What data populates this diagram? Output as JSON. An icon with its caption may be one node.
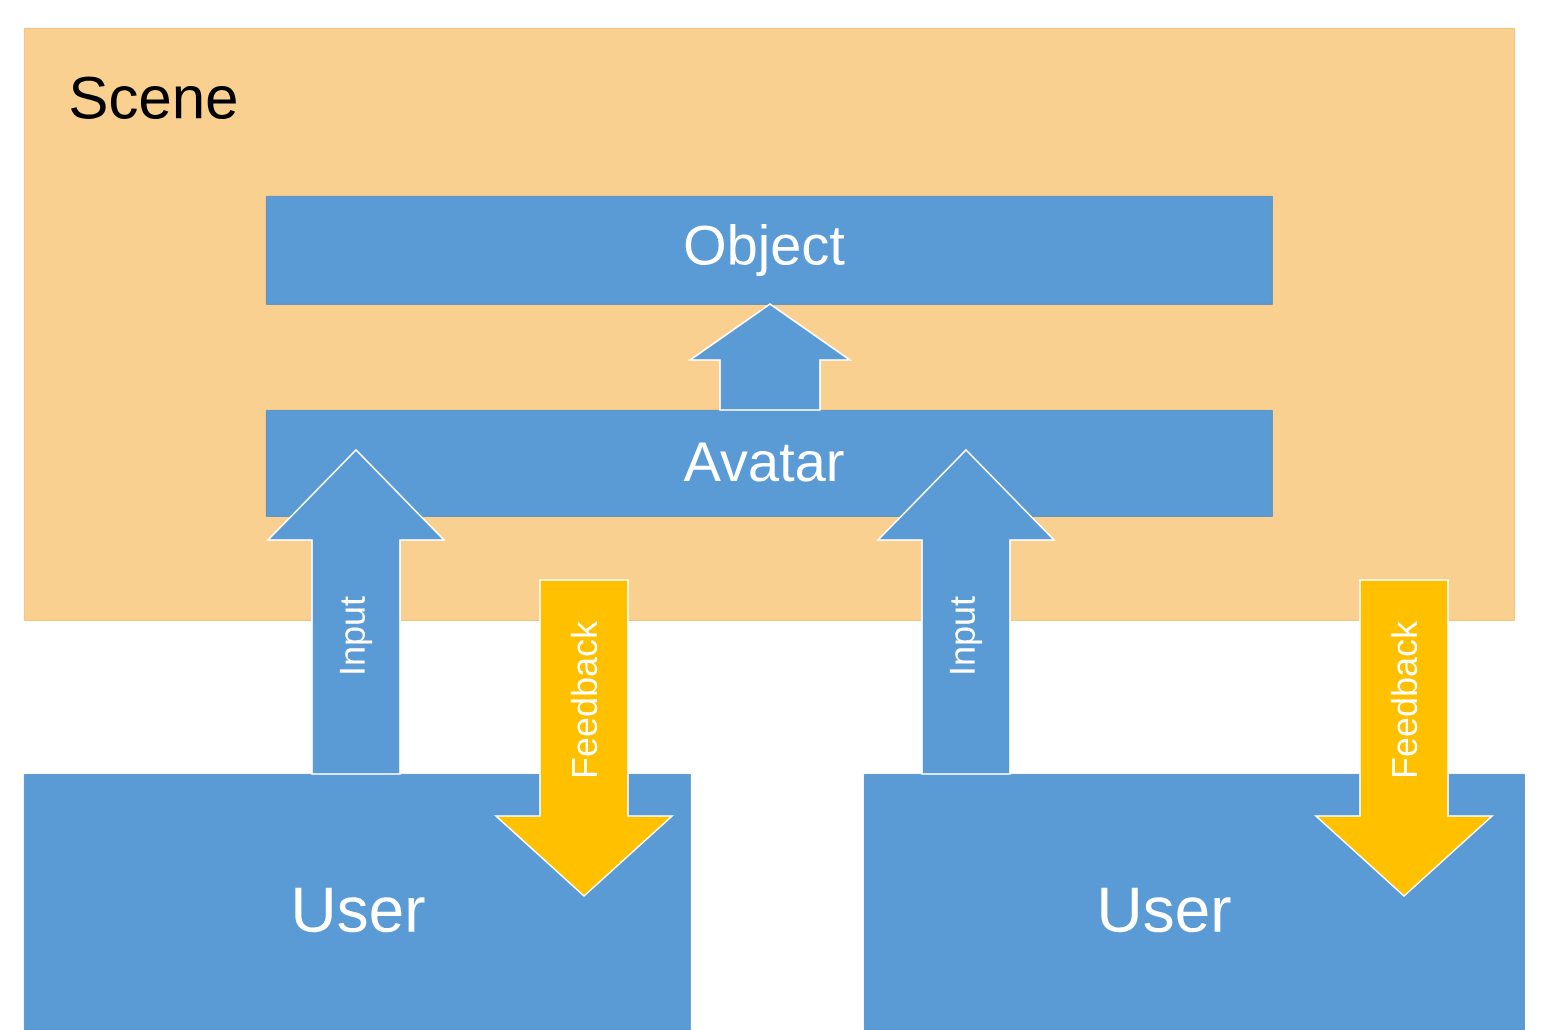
{
  "diagram": {
    "nodes": [
      {
        "text": [
          "Scene"
        ]
      },
      {
        "text": [
          "Object"
        ],
        "in": 0
      },
      {
        "text": [
          "Avatar"
        ],
        "in": 0
      },
      {
        "text": [
          "User"
        ]
      },
      {
        "text": [
          "User"
        ]
      }
    ],
    "edges": [
      {
        "from": 2,
        "to": 1,
        "arrow": "to"
      },
      {
        "from": 3,
        "to": 2,
        "arrow": "to",
        "label": "Input"
      },
      {
        "from": 0,
        "to": 3,
        "arrow": "to",
        "label": "Feedback",
        "color": "#ffc000"
      },
      {
        "from": 4,
        "to": 2,
        "arrow": "to",
        "label": "Input"
      },
      {
        "from": 0,
        "to": 4,
        "arrow": "to",
        "label": "Feedback",
        "color": "#ffc000"
      }
    ]
  }
}
